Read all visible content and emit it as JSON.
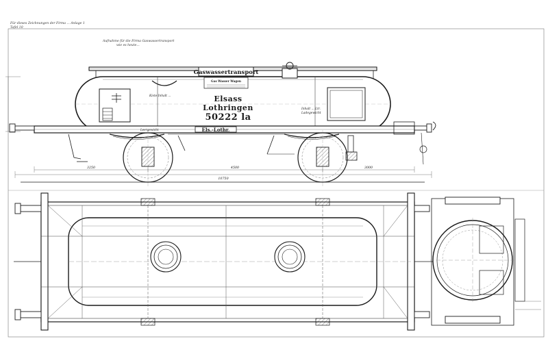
{
  "sheet": {
    "header_note": "Für dieses Zeichnungen der Firma ... Anlage 1",
    "sub_header_note": "Tafel 10",
    "top_note": "Aufnahme für die Firma Gaswassertransport",
    "top_note_2": "wie es heute..."
  },
  "tank_car": {
    "tank_banner": "Gaswassertransport",
    "banner_sub": "Gas Wasser Wagen",
    "region_line1": "Elsass",
    "region_line2": "Lothringen",
    "car_number": "50222 la",
    "frame_plate": "Els.-Lothr.",
    "side_note_1": "Kiste Inhalt ...",
    "side_note_2": "Leergewicht",
    "right_note_1": "Inhalt ... Ltr.",
    "right_note_2": "Ladegewicht"
  },
  "dimensions": {
    "overall_length": "10750",
    "wheelbase": "4500",
    "left_overhang": "3250",
    "right_overhang": "3000"
  },
  "colors": {
    "paper": "#ffffff",
    "ink": "#1a1a1a",
    "fine_line": "#555555"
  }
}
